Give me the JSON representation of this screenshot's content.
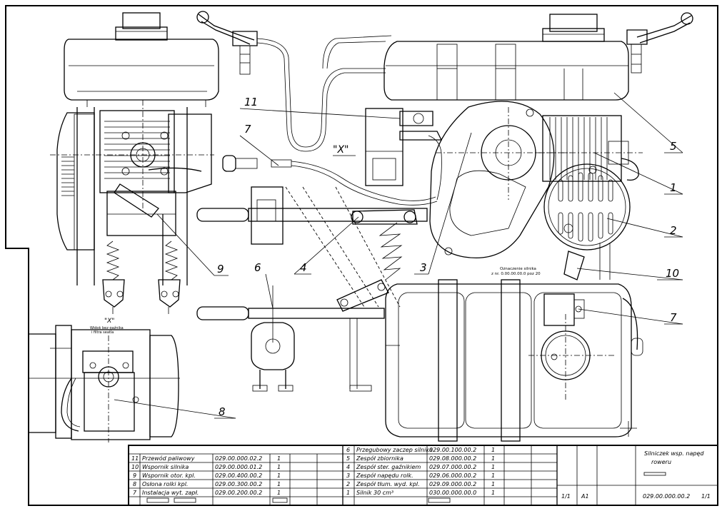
{
  "callouts": {
    "c1": "1",
    "c2": "2",
    "c3": "3",
    "c4": "4",
    "c5": "5",
    "c6": "6",
    "c7a": "7",
    "c7b": "7",
    "c8": "8",
    "c9": "9",
    "c10": "10",
    "c11": "11"
  },
  "view_x": "\"X\"",
  "view_x_small": "\"X\"",
  "view_x_note": [
    "Widok bez gaźnika",
    "i filtra seatla"
  ],
  "engine_note": [
    "Oznaczenie silnika",
    "z nr. 0.00.00.00.0 poz 20"
  ],
  "bom_left": [
    {
      "pos": "11",
      "name": "Przewód paliwowy",
      "code": "029.00.000.02.2",
      "qty": "1"
    },
    {
      "pos": "10",
      "name": "Wspornik silnika",
      "code": "029.00.000.01.2",
      "qty": "1"
    },
    {
      "pos": "9",
      "name": "Wspornik otor. kpl.",
      "code": "029.00.400.00.2",
      "qty": "1"
    },
    {
      "pos": "8",
      "name": "Osłona rolki kpl.",
      "code": "029.00.300.00.2",
      "qty": "1"
    },
    {
      "pos": "7",
      "name": "Instalacja wyt. zapł.",
      "code": "029.00.200.00.2",
      "qty": "1"
    }
  ],
  "bom_right": [
    {
      "pos": "6",
      "name": "Przegubowy zaczep silnika",
      "code": "029.00.100.00.2",
      "qty": "1"
    },
    {
      "pos": "5",
      "name": "Zespół zbiornika",
      "code": "029.08.000.00.2",
      "qty": "1"
    },
    {
      "pos": "4",
      "name": "Zespół ster. gaźnikiem",
      "code": "029.07.000.00.2",
      "qty": "1"
    },
    {
      "pos": "3",
      "name": "Zespół napędu rolk.",
      "code": "029.06.000.00.2",
      "qty": "1"
    },
    {
      "pos": "2",
      "name": "Zespół tłum. wyd. kpl.",
      "code": "029.09.000.00.2",
      "qty": "1"
    },
    {
      "pos": "1",
      "name": "Silnik 30 cm³",
      "code": "030.00.000.00.0",
      "qty": "1"
    }
  ],
  "title_block": {
    "title_line1": "Silniczek wsp. napęd",
    "title_line2": "roweru",
    "scale": "1/1",
    "format": "A1",
    "drawing_no": "029.00.000.00.2",
    "sheet": "1/1"
  }
}
